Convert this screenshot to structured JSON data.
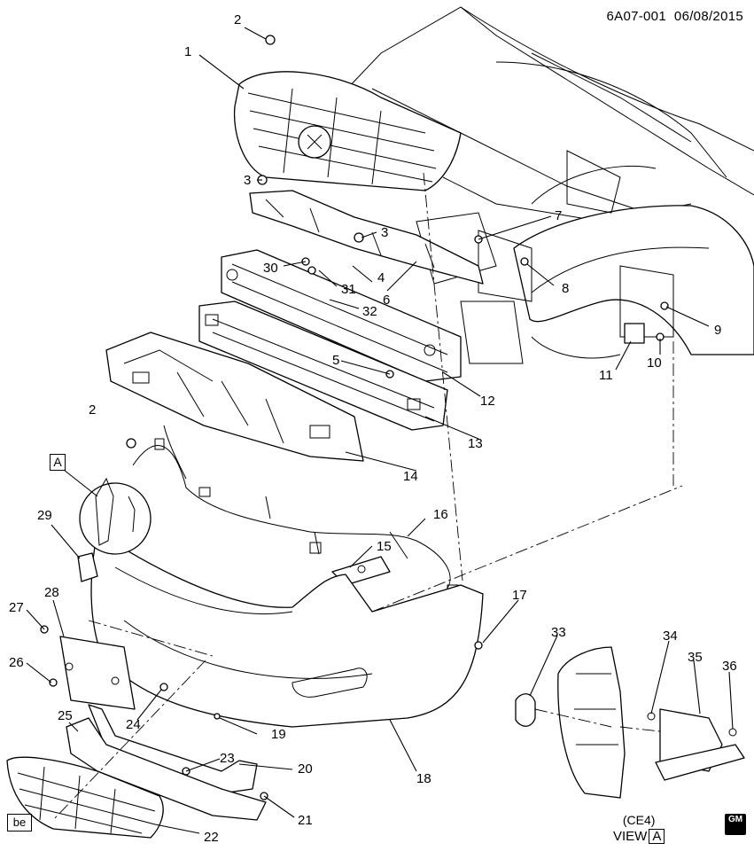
{
  "header": {
    "diagram_id": "6A07-001",
    "date": "06/08/2015"
  },
  "callout_labels": [
    "1",
    "2",
    "3",
    "4",
    "5",
    "6",
    "7",
    "8",
    "9",
    "10",
    "11",
    "12",
    "13",
    "14",
    "15",
    "16",
    "17",
    "18",
    "19",
    "20",
    "21",
    "22",
    "23",
    "24",
    "25",
    "26",
    "27",
    "28",
    "29",
    "30",
    "31",
    "32",
    "33",
    "34",
    "35",
    "36"
  ],
  "detail": {
    "callout": "A"
  },
  "view": {
    "code": "(CE4)",
    "label": "VIEW",
    "ref": "A"
  },
  "footer": {
    "tag": "be",
    "logo_text": "GM"
  }
}
